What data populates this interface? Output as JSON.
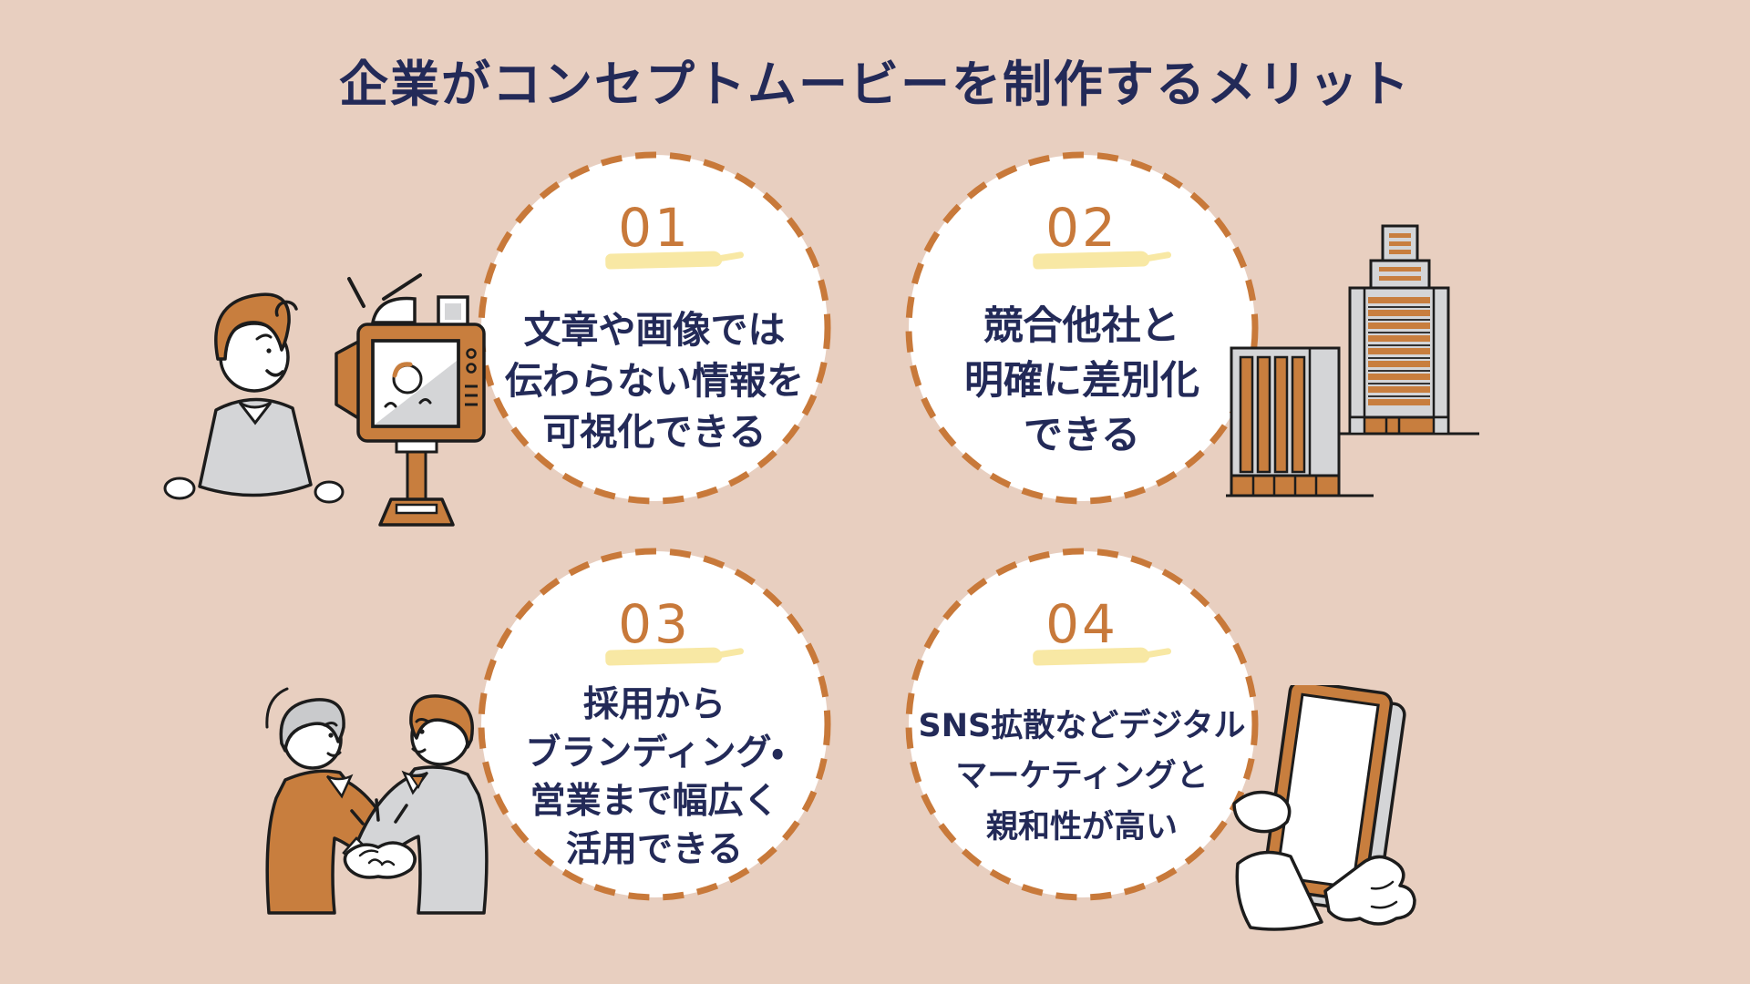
{
  "title": "企業がコンセプトムービーを制作するメリット",
  "colors": {
    "background": "#e8cfc0",
    "accent_orange": "#c87e3e",
    "navy_text": "#232a58",
    "highlight_yellow": "#f8e8a4",
    "circle_fill": "#ffffff",
    "illustration_gray": "#d4d5d7",
    "line_black": "#1c1c1c"
  },
  "cards": [
    {
      "number": "01",
      "lines": [
        "文章や画像では",
        "伝わらない情報を",
        "可視化できる"
      ]
    },
    {
      "number": "02",
      "lines": [
        "競合他社と",
        "明確に差別化",
        "できる"
      ]
    },
    {
      "number": "03",
      "lines": [
        "採用から",
        "ブランディング・",
        "営業まで幅広く",
        "活用できる"
      ]
    },
    {
      "number": "04",
      "lines": [
        "SNS拡散などデジタル",
        "マーケティングと",
        "親和性が高い"
      ]
    }
  ],
  "illustrations": [
    {
      "name": "camera-person-illustration"
    },
    {
      "name": "buildings-illustration"
    },
    {
      "name": "handshake-illustration"
    },
    {
      "name": "phone-hand-illustration"
    }
  ]
}
